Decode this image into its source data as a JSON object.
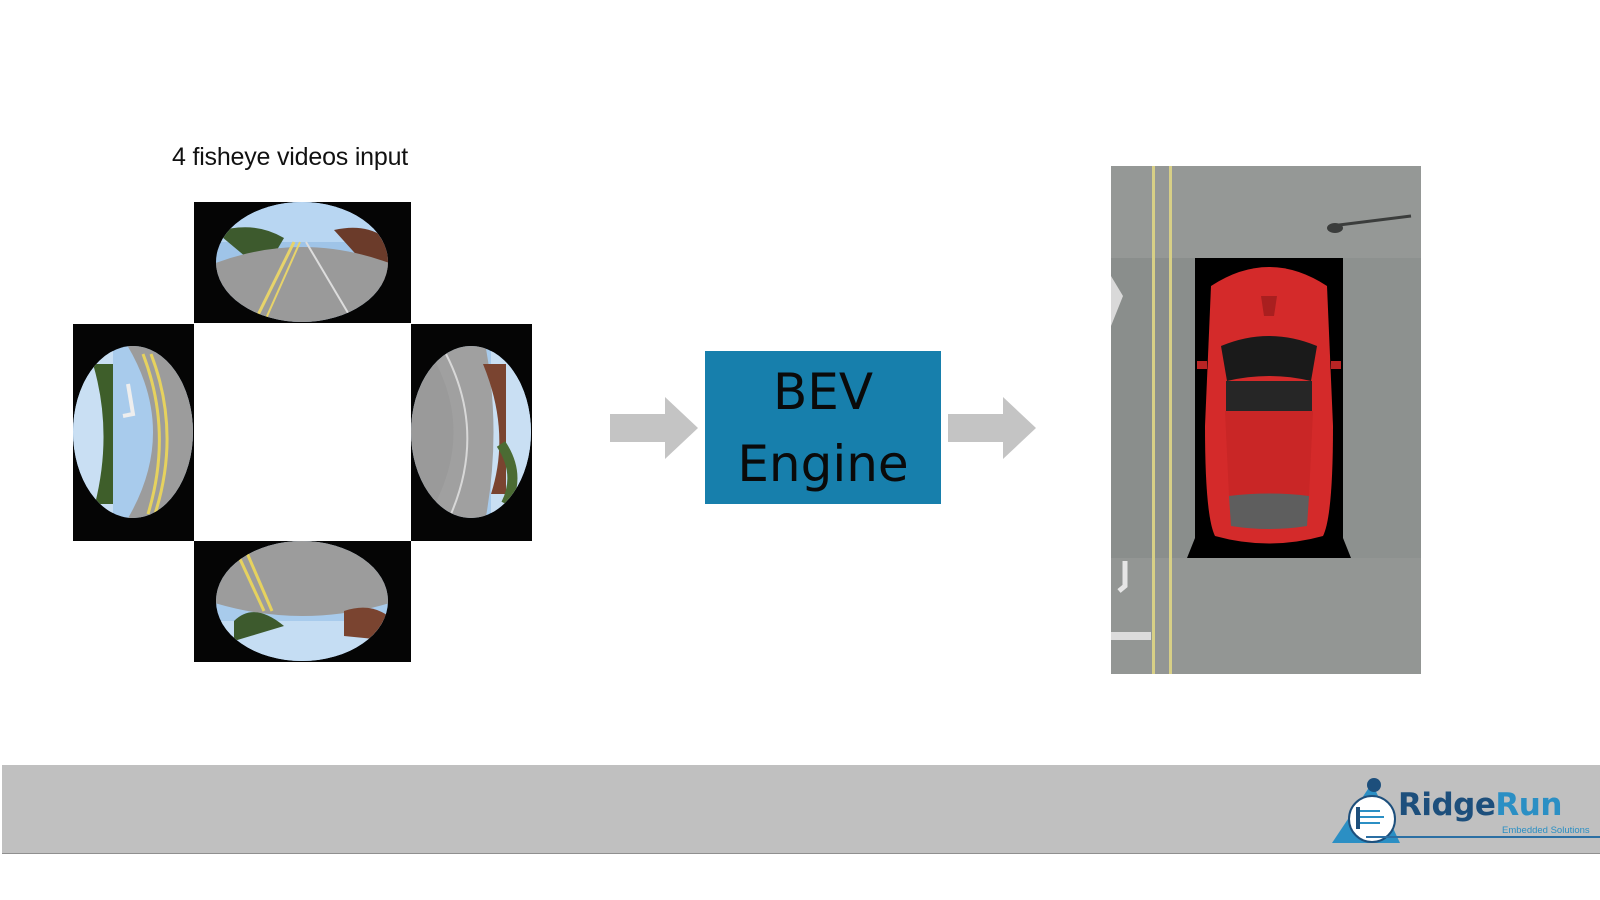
{
  "diagram": {
    "input_title": "4 fisheye videos input",
    "engine_line1": "BEV",
    "engine_line2": "Engine"
  },
  "footer": {
    "logo_text_1": "Ridge",
    "logo_text_2": "Run",
    "logo_tagline": "Embedded Solutions"
  },
  "colors": {
    "engine_box": "#177fac",
    "arrow": "#c4c4c4",
    "footer_bar": "#c0c0c0",
    "car": "#d42a2a"
  }
}
